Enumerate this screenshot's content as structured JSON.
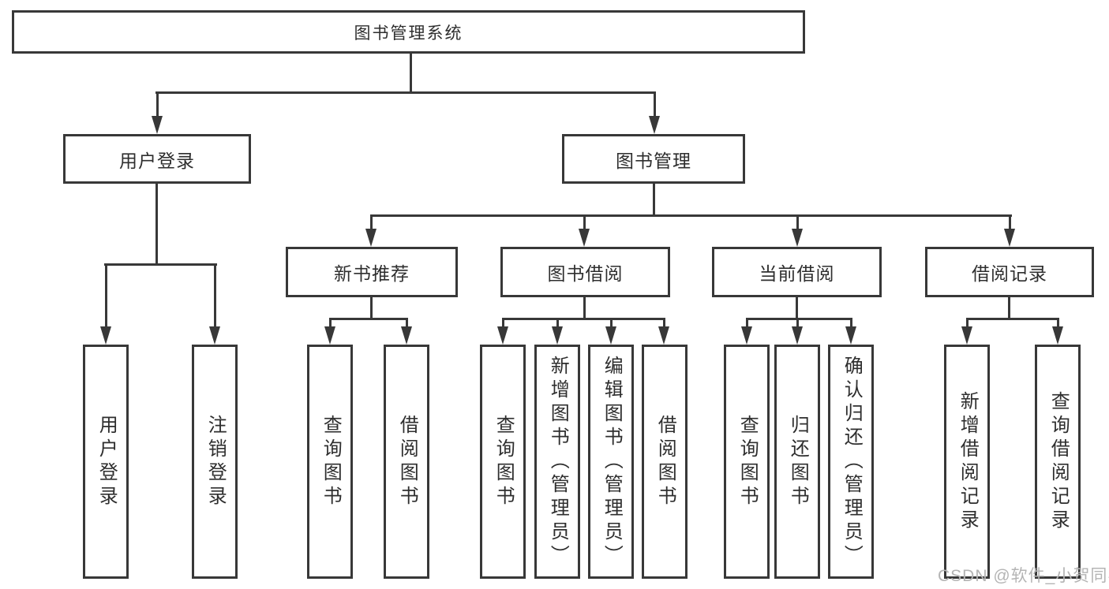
{
  "diagram": {
    "title": "图书管理系统",
    "root": {
      "label": "图书管理系统",
      "children": [
        {
          "label": "用户登录",
          "children": [
            {
              "label": "用户登录"
            },
            {
              "label": "注销登录"
            }
          ]
        },
        {
          "label": "图书管理",
          "children": [
            {
              "label": "新书推荐",
              "children": [
                {
                  "label": "查询图书"
                },
                {
                  "label": "借阅图书"
                }
              ]
            },
            {
              "label": "图书借阅",
              "children": [
                {
                  "label": "查询图书"
                },
                {
                  "label": "新增图书（管理员）"
                },
                {
                  "label": "编辑图书（管理员）"
                },
                {
                  "label": "借阅图书"
                }
              ]
            },
            {
              "label": "当前借阅",
              "children": [
                {
                  "label": "查询图书"
                },
                {
                  "label": "归还图书"
                },
                {
                  "label": "确认归还（管理员）"
                }
              ]
            },
            {
              "label": "借阅记录",
              "children": [
                {
                  "label": "新增借阅记录"
                },
                {
                  "label": "查询借阅记录"
                }
              ]
            }
          ]
        }
      ]
    }
  },
  "colors": {
    "line": "#383838",
    "text": "#2e2e2e",
    "background": "#ffffff",
    "watermark": "#b4b4b4"
  },
  "watermark": {
    "text": "CSDN @软件_小贺同学"
  }
}
